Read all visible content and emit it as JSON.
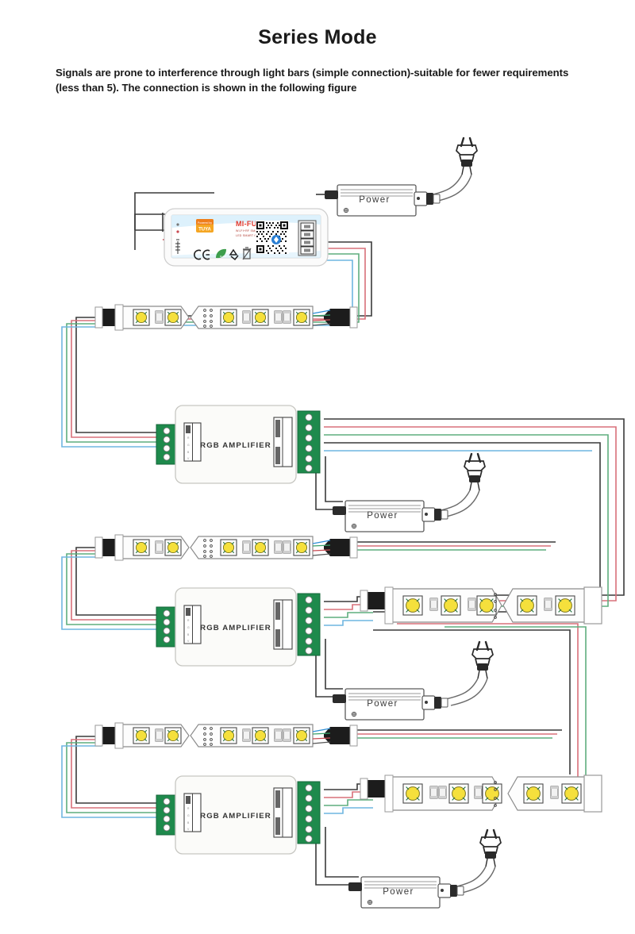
{
  "page": {
    "title": "Series Mode",
    "intro": "Signals are prone to interference through light bars (simple connection)-suitable for fewer requirements (less than 5). The connection is shown in the following figure"
  },
  "diagram": {
    "type": "wiring-diagram",
    "subject": "RGB LED strip series connection with amplifiers",
    "labels": {
      "power_supply": "Power",
      "amplifier": "RGB AMPLIFIER",
      "controller_brand": "MI-FUTURE",
      "controller_sub": "LED SMART CONTROLLER",
      "controller_badge": "Powered by TUYA"
    },
    "wire_colors": {
      "black": "#3a3a3a",
      "red": "#d9707a",
      "green": "#5fae7e",
      "blue": "#6fb6e0",
      "gray": "#8a8a8a"
    },
    "palette": {
      "terminal_green": "#1e8a4c",
      "terminal_green_dark": "#14663a",
      "led_yellow": "#f5e03c",
      "strip_body": "#fdfdfd",
      "device_body": "#fbfbf9",
      "outline": "#8c8c8c",
      "psu_body": "#ffffff",
      "connector_black": "#1c1c1c",
      "qr_black": "#111111",
      "ce_mark": "#222222",
      "rohs_green": "#3d9e4d",
      "tuya_orange": "#f5a623",
      "brand_red": "#e03a2f"
    },
    "components": [
      {
        "id": "psu-1",
        "kind": "power-supply",
        "label": "Power",
        "row": 1
      },
      {
        "id": "controller",
        "kind": "led-controller",
        "label": "MI-FUTURE",
        "row": 1
      },
      {
        "id": "strip-1",
        "kind": "led-strip",
        "row": 2,
        "leds": 5
      },
      {
        "id": "amp-1",
        "kind": "rgb-amplifier",
        "label": "RGB AMPLIFIER",
        "row": 3
      },
      {
        "id": "psu-2",
        "kind": "power-supply",
        "label": "Power",
        "row": 3
      },
      {
        "id": "strip-2",
        "kind": "led-strip",
        "row": 4,
        "leds": 5
      },
      {
        "id": "amp-2",
        "kind": "rgb-amplifier",
        "label": "RGB AMPLIFIER",
        "row": 5
      },
      {
        "id": "strip-3",
        "kind": "led-strip-long",
        "row": 5,
        "leds": 6
      },
      {
        "id": "psu-3",
        "kind": "power-supply",
        "label": "Power",
        "row": 5
      },
      {
        "id": "strip-4",
        "kind": "led-strip",
        "row": 6,
        "leds": 5
      },
      {
        "id": "amp-3",
        "kind": "rgb-amplifier",
        "label": "RGB AMPLIFIER",
        "row": 7
      },
      {
        "id": "strip-5",
        "kind": "led-strip-long",
        "row": 7,
        "leds": 6
      },
      {
        "id": "psu-4",
        "kind": "power-supply",
        "label": "Power",
        "row": 7
      }
    ]
  }
}
